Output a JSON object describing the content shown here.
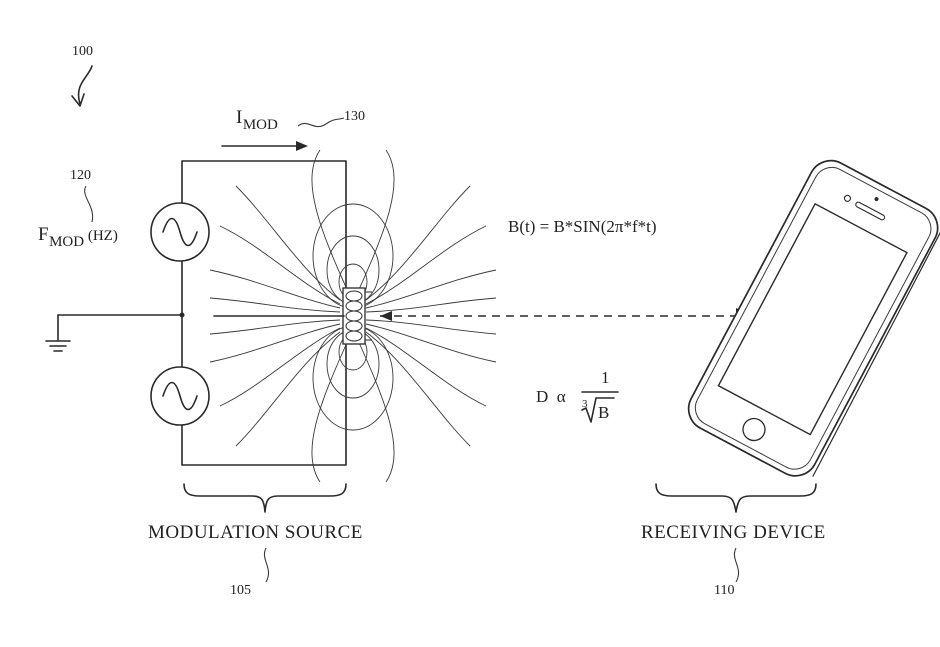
{
  "figure": {
    "ref_system": "100",
    "ref_fmod": "120",
    "ref_imod": "130",
    "ref_source": "105",
    "ref_receiver": "110",
    "fmod_main": "F",
    "fmod_sub": "MOD",
    "fmod_unit": " (HZ)",
    "imod_main": "I",
    "imod_sub": "MOD",
    "equation_b": "B(t) = B*SIN(2π*f*t)",
    "equation_d_left": "D  α",
    "equation_d_num": "1",
    "equation_d_root_index": "3",
    "equation_d_den": "B",
    "label_source": "MODULATION SOURCE",
    "label_receiver": "RECEIVING DEVICE"
  },
  "icons": {
    "ground": "ground-icon",
    "ac_source": "ac-source-icon",
    "coil": "coil-icon",
    "phone": "smartphone-icon"
  }
}
